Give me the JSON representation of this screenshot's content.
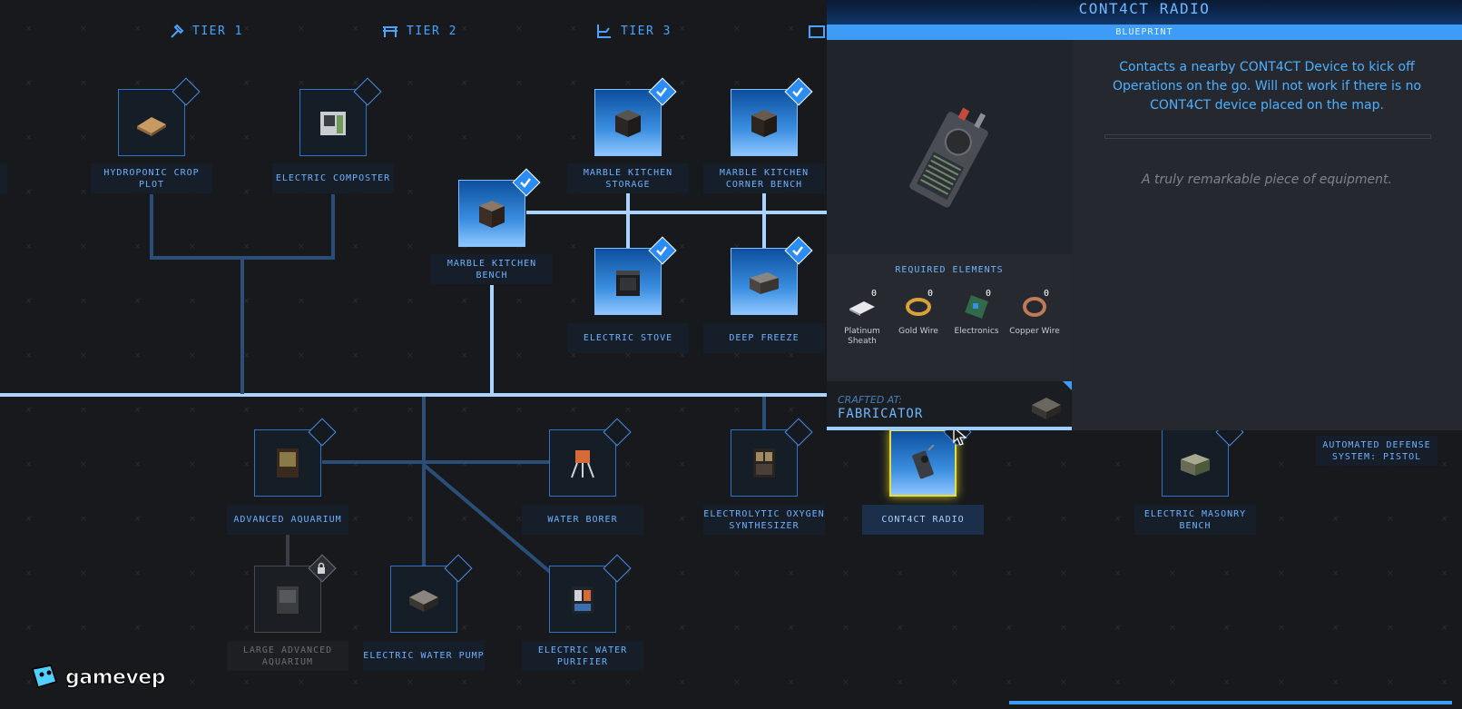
{
  "tiers": [
    {
      "label": "TIER 1"
    },
    {
      "label": "TIER 2"
    },
    {
      "label": "TIER 3"
    }
  ],
  "nodes": {
    "hydroponic_crop_plot": {
      "label": "HYDROPONIC CROP PLOT",
      "state": "available"
    },
    "electric_composter": {
      "label": "ELECTRIC COMPOSTER",
      "state": "available"
    },
    "marble_kitchen_bench": {
      "label": "MARBLE KITCHEN BENCH",
      "state": "unlocked"
    },
    "marble_kitchen_storage": {
      "label": "MARBLE KITCHEN STORAGE",
      "state": "unlocked"
    },
    "marble_kitchen_corner_bench": {
      "label": "MARBLE KITCHEN CORNER BENCH",
      "state": "unlocked"
    },
    "electric_stove": {
      "label": "ELECTRIC STOVE",
      "state": "unlocked"
    },
    "deep_freeze": {
      "label": "DEEP FREEZE",
      "state": "unlocked"
    },
    "advanced_aquarium": {
      "label": "ADVANCED AQUARIUM",
      "state": "available"
    },
    "water_borer": {
      "label": "WATER BORER",
      "state": "available"
    },
    "electrolytic_oxygen_synthesizer": {
      "label": "ELECTROLYTIC OXYGEN SYNTHESIZER",
      "state": "available"
    },
    "cont4ct_radio": {
      "label": "CONT4CT RADIO",
      "state": "selected"
    },
    "electric_masonry_bench": {
      "label": "ELECTRIC MASONRY BENCH",
      "state": "available"
    },
    "automated_defense_system_pistol": {
      "label": "AUTOMATED DEFENSE SYSTEM: PISTOL",
      "state": "available"
    },
    "large_advanced_aquarium": {
      "label": "LARGE ADVANCED AQUARIUM",
      "state": "locked"
    },
    "electric_water_pump": {
      "label": "ELECTRIC WATER PUMP",
      "state": "available"
    },
    "electric_water_purifier": {
      "label": "ELECTRIC WATER PURIFIER",
      "state": "available"
    }
  },
  "detail_panel": {
    "title": "CONT4CT RADIO",
    "subtitle": "BLUEPRINT",
    "description": "Contacts a nearby CONT4CT Device to kick off Operations on the go. Will not work if there is no CONT4CT device placed on the map.",
    "flavor_text": "A truly remarkable piece of equipment.",
    "required_title": "REQUIRED ELEMENTS",
    "required_elements": [
      {
        "name": "Platinum Sheath",
        "quantity": "0",
        "icon": "platinum-sheath-icon"
      },
      {
        "name": "Gold Wire",
        "quantity": "0",
        "icon": "gold-wire-icon"
      },
      {
        "name": "Electronics",
        "quantity": "0",
        "icon": "electronics-icon"
      },
      {
        "name": "Copper Wire",
        "quantity": "0",
        "icon": "copper-wire-icon"
      }
    ],
    "crafted_at_label": "CRAFTED AT:",
    "crafted_at_value": "FABRICATOR"
  },
  "watermark": {
    "text": "gamevep"
  },
  "colors": {
    "accent": "#4aa3ff",
    "unlocked_tile": "#3a8ee0",
    "selected_border": "#e8dc39",
    "background": "#17191c"
  }
}
